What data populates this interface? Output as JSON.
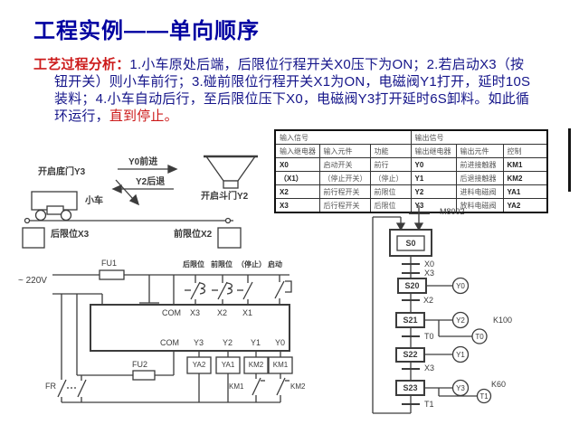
{
  "title": "工程实例——单向顺序",
  "analysis": {
    "label": "工艺过程分析：",
    "line1": "1.小车原处后端，后限位行程开关X0压下为ON；2.若启动X3（按",
    "line2": "钮开关）则小车前行；3.碰前限位行程开关X1为ON，电磁阀Y1打开，延时10S",
    "line3": "装料；4.小车自动后行，至后限位压下X0，电磁阀Y3打开延时6S卸料。如此循",
    "line4_prefix": "环运行，",
    "line4_red": "直到停止。"
  },
  "io_table": {
    "group_headers": [
      "输入信号",
      "输出信号"
    ],
    "col_headers": [
      "输入继电器",
      "输入元件",
      "功能",
      "输出继电器",
      "输出元件",
      "控制"
    ],
    "rows": [
      [
        "X0",
        "启动开关",
        "前行",
        "Y0",
        "前进接触器",
        "KM1"
      ],
      [
        "（X1）",
        "（停止开关）",
        "（停止）",
        "Y1",
        "后退接触器",
        "KM2"
      ],
      [
        "X2",
        "前行程开关",
        "前限位",
        "Y2",
        "进料电磁阀",
        "YA1"
      ],
      [
        "X3",
        "后行程开关",
        "后限位",
        "Y3",
        "放料电磁阀",
        "YA2"
      ]
    ]
  },
  "cart_diagram": {
    "door_label": "开启底门Y3",
    "forward_label": "Y0前进",
    "backward_label": "Y2后退",
    "hopper_label": "开启斗门Y2",
    "cart_label": "小车",
    "rear_limit_label": "后限位X3",
    "front_limit_label": "前限位X2"
  },
  "circuit": {
    "supply": "~ 220V",
    "fu1": "FU1",
    "fu2": "FU2",
    "fr": "FR",
    "top_labels": {
      "rear": "后限位",
      "front": "前限位",
      "stop": "（停止）",
      "start": "启动"
    },
    "in_com": "COM",
    "in_x3": "X3",
    "in_x2": "X2",
    "in_x1": "X1",
    "out_com": "COM",
    "out_y3": "Y3",
    "out_y2": "Y2",
    "out_y1": "Y1",
    "out_y0": "Y0",
    "coil_ya2": "YA2",
    "coil_ya1": "YA1",
    "coil_km2": "KM2",
    "coil_km1": "KM1",
    "interlock_km1": "KM1",
    "interlock_km2": "KM2"
  },
  "sfc": {
    "m8002": "M8002",
    "s0": "S0",
    "s20": "S20",
    "s21": "S21",
    "s22": "S22",
    "s23": "S23",
    "t_x0": "X0",
    "t_x3": "X3",
    "t_x2": "X2",
    "t_t0": "T0",
    "t_x3b": "X3",
    "t_t1": "T1",
    "out_y0": "Y0",
    "out_y2": "Y2",
    "out_y1": "Y1",
    "out_y3": "Y3",
    "timer_t0": "T0",
    "timer_t1": "T1",
    "k100": "K100",
    "k60": "K60"
  },
  "colors": {
    "title_navy": "#0000a0",
    "body_navy": "#15158a",
    "accent_red": "#cc1a1a",
    "line": "#3c3c3c"
  }
}
